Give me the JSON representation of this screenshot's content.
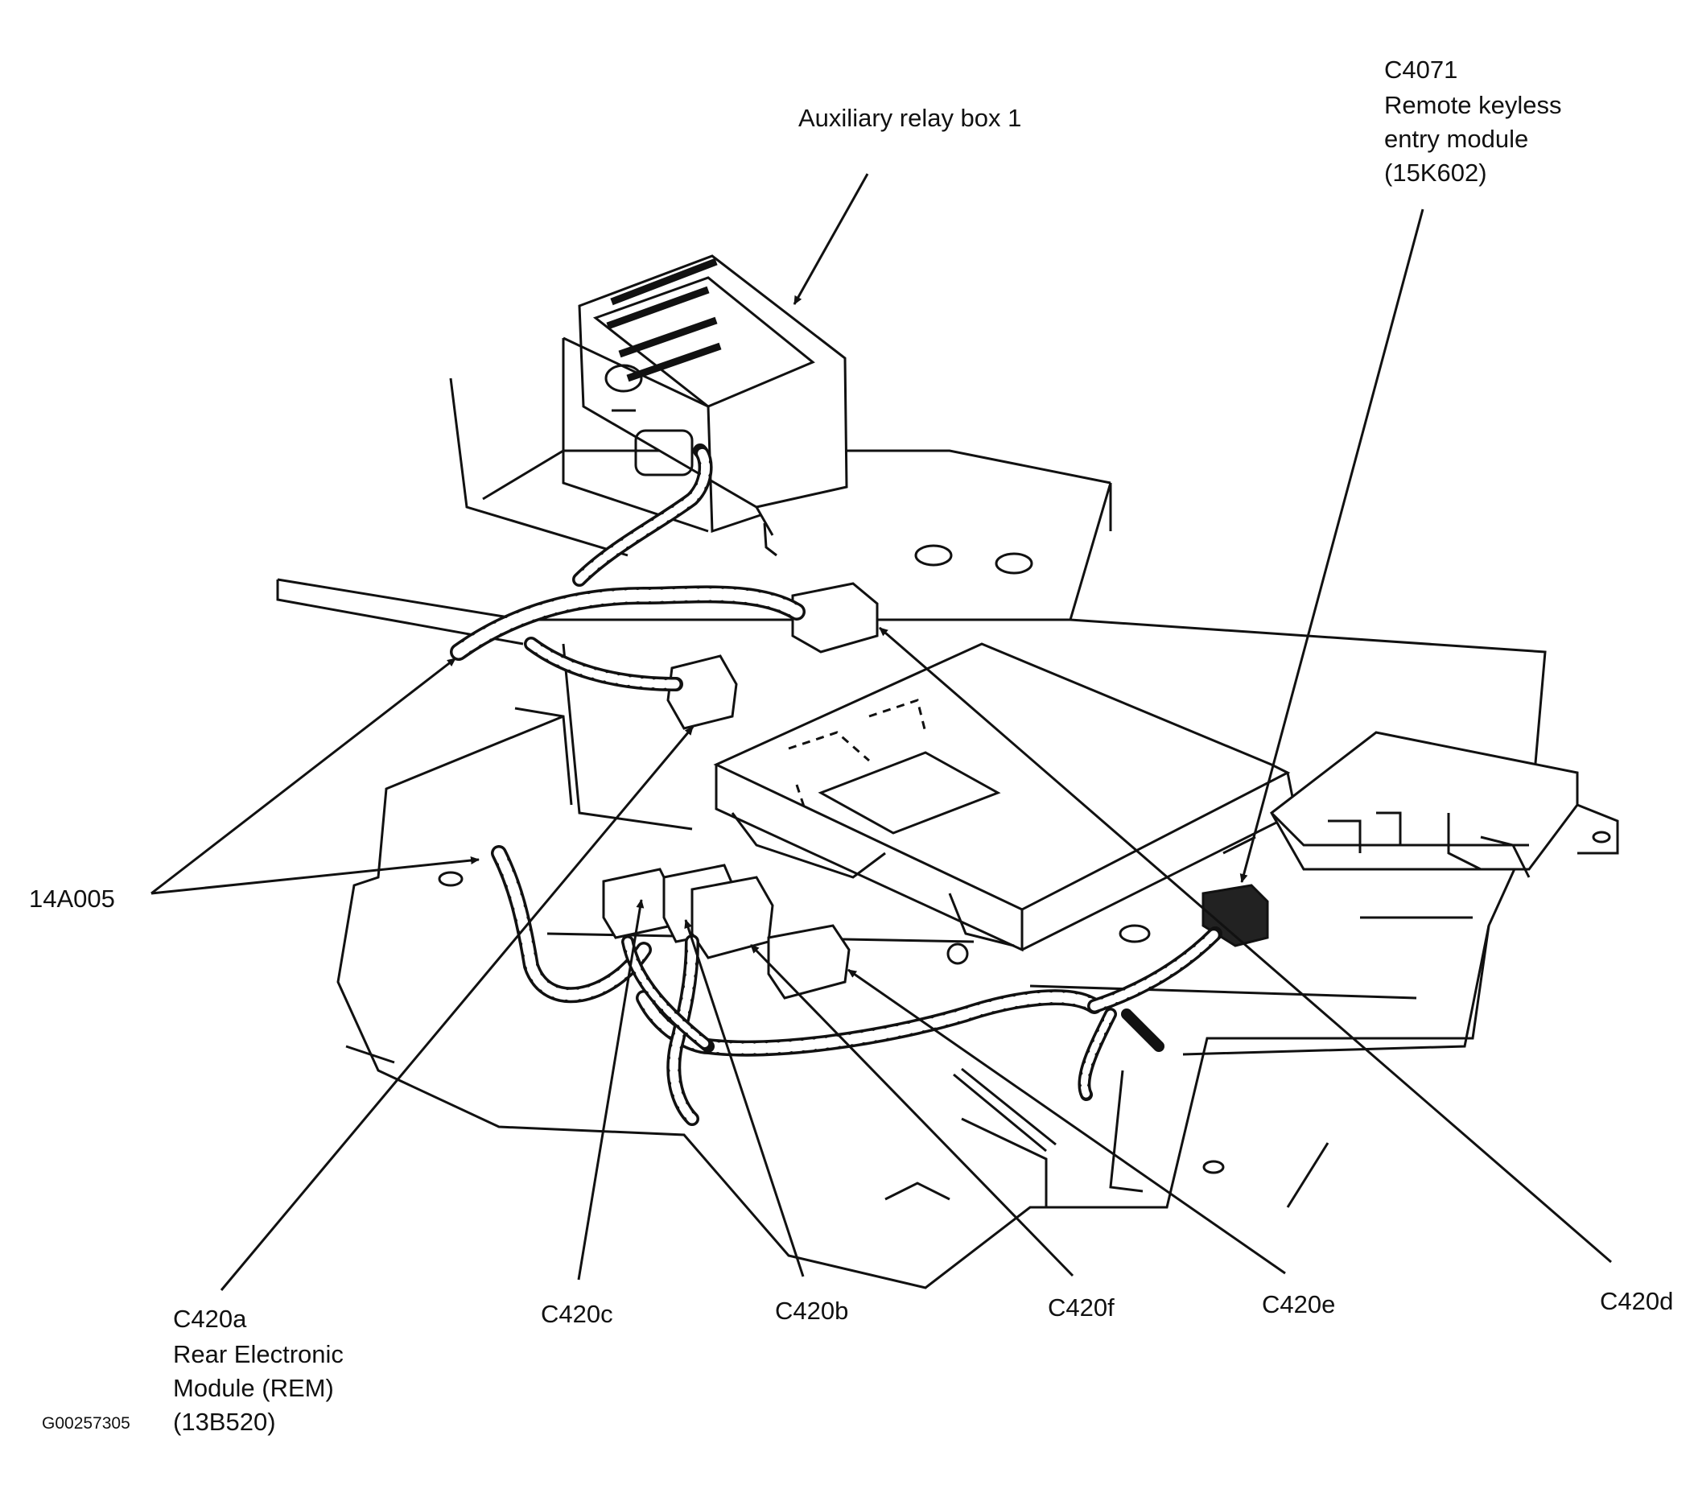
{
  "labels": {
    "aux_relay_box": "Auxiliary relay box 1",
    "c4071": [
      "C4071",
      "Remote keyless",
      "entry module",
      "(15K602)"
    ],
    "harness": "14A005",
    "c420a": [
      "C420a",
      "Rear Electronic",
      "Module (REM)",
      "(13B520)"
    ],
    "c420c": "C420c",
    "c420b": "C420b",
    "c420f": "C420f",
    "c420e": "C420e",
    "c420d": "C420d"
  },
  "figure_id": "G00257305"
}
